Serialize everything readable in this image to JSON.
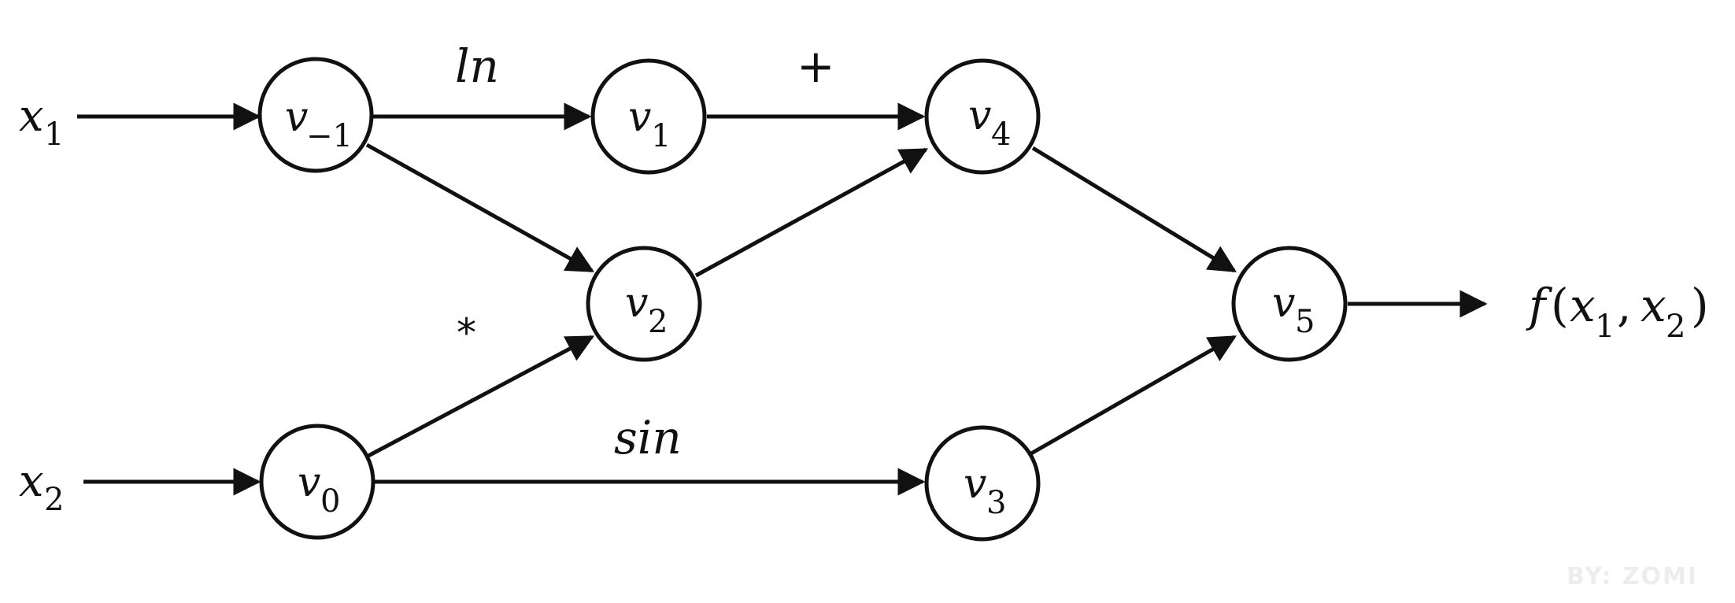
{
  "inputs": {
    "x1": {
      "base": "x",
      "sub": "1"
    },
    "x2": {
      "base": "x",
      "sub": "2"
    }
  },
  "nodes": {
    "v_minus1": {
      "base": "v",
      "sub": "−1"
    },
    "v0": {
      "base": "v",
      "sub": "0"
    },
    "v1": {
      "base": "v",
      "sub": "1"
    },
    "v2": {
      "base": "v",
      "sub": "2"
    },
    "v3": {
      "base": "v",
      "sub": "3"
    },
    "v4": {
      "base": "v",
      "sub": "4"
    },
    "v5": {
      "base": "v",
      "sub": "5"
    }
  },
  "operations": {
    "ln": "ln",
    "plus": "+",
    "mult": "*",
    "sin": "sin"
  },
  "output": {
    "f": "f",
    "open": "(",
    "x": "x",
    "sub1": "1",
    "comma": ",",
    "sub2": "2",
    "close": ")"
  },
  "watermark": "BY: ZOMI"
}
